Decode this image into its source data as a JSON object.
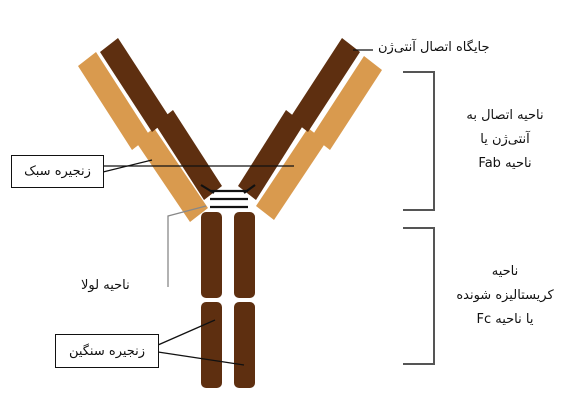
{
  "labels": {
    "antigen_binding_site": "جایگاه اتصال آنتی‌ژن",
    "light_chain": "زنجیره سبک",
    "hinge_region": "ناحیه لولا",
    "heavy_chain": "زنجیره سنگین",
    "fab_region": [
      "ناحیه اتصال به",
      "آنتی‌ژن یا",
      "ناحیه Fab"
    ],
    "fc_region": [
      "ناحیه",
      "کریستالیزه شونده",
      "یا ناحیه Fc"
    ]
  },
  "colors": {
    "heavy_chain": "#5e2f10",
    "light_chain": "#d99a4e",
    "lines": "#111111",
    "bracket": "#555555",
    "hinge_pointer": "#888888"
  }
}
